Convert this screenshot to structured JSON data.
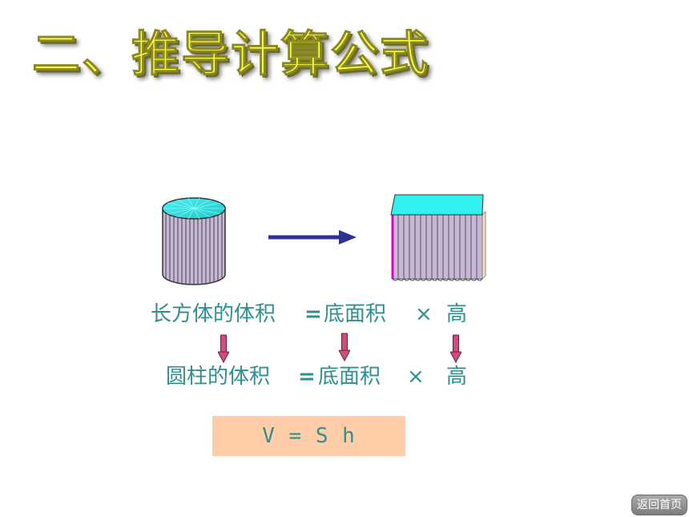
{
  "title": "二、推导计算公式",
  "row1": {
    "left": "长方体的体积",
    "eq": "=",
    "mid": "底面积",
    "times": "×",
    "right": "高"
  },
  "row2": {
    "left": "圆柱的体积",
    "eq": "=",
    "mid": "底面积",
    "times": "×",
    "right": "高"
  },
  "formula": "V = S h",
  "home_button": "返回首页",
  "colors": {
    "title": "#ffff4d",
    "text": "#2f8f8f",
    "formula_bg": "#ffcda7",
    "cylinder_top": "#33dddd",
    "body_fill": "#c8b8d8",
    "arrow": "#2e3192",
    "down_arrow": "#d04c7c"
  }
}
